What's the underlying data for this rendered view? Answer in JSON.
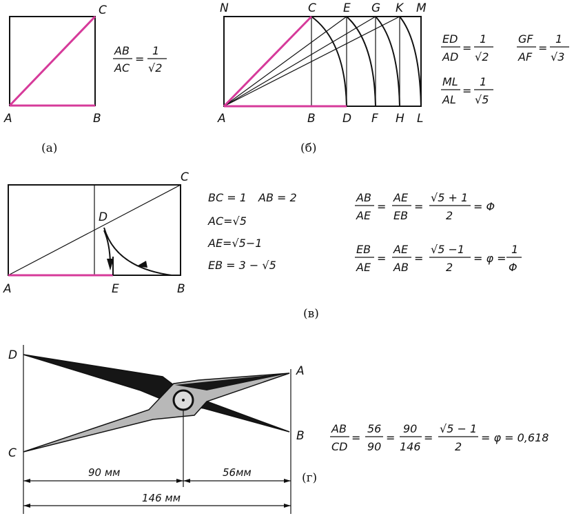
{
  "colors": {
    "line": "#111111",
    "highlight": "#d63a9a",
    "dark_blade": "#161616",
    "light_blade": "#b8b8b8"
  },
  "panel_a": {
    "caption": "(a)",
    "points": {
      "A": "A",
      "B": "B",
      "C": "C"
    },
    "formula": {
      "num": "AB",
      "den": "AC",
      "rhs_num": "1",
      "rhs_den": "√2"
    }
  },
  "panel_b": {
    "caption": "(б)",
    "points": {
      "N": "N",
      "C": "C",
      "E": "E",
      "G": "G",
      "K": "K",
      "M": "M",
      "A": "A",
      "B": "B",
      "D": "D",
      "F": "F",
      "H": "H",
      "L": "L"
    },
    "f1": {
      "num": "ED",
      "den": "AD",
      "rhs_num": "1",
      "rhs_den": "√2"
    },
    "f2": {
      "num": "GF",
      "den": "AF",
      "rhs_num": "1",
      "rhs_den": "√3"
    },
    "f3": {
      "num": "ML",
      "den": "AL",
      "rhs_num": "1",
      "rhs_den": "√5"
    }
  },
  "panel_v": {
    "caption": "(в)",
    "points": {
      "A": "A",
      "B": "B",
      "C": "C",
      "D": "D",
      "E": "E"
    },
    "relations": [
      "BC = 1",
      "AB = 2",
      "AC=√5",
      "AE=√5−1",
      "EB = 3 − √5"
    ],
    "phi_formula": {
      "t1_num": "AB",
      "t1_den": "AE",
      "t2_num": "AE",
      "t2_den": "EB",
      "t3_num": "√5 + 1",
      "t3_den": "2",
      "result": "= Φ"
    },
    "varphi_formula": {
      "t1_num": "EB",
      "t1_den": "AE",
      "t2_num": "AE",
      "t2_den": "AB",
      "t3_num": "√5 −1",
      "t3_den": "2",
      "mid": "= φ =",
      "t4_num": "1",
      "t4_den": "Φ"
    }
  },
  "panel_g": {
    "caption": "(г)",
    "points": {
      "A": "A",
      "B": "B",
      "C": "C",
      "D": "D"
    },
    "dims": {
      "left": "90 мм",
      "right": "56мм",
      "total": "146 мм"
    },
    "formula": {
      "t1_num": "AB",
      "t1_den": "CD",
      "t2_num": "56",
      "t2_den": "90",
      "t3_num": "90",
      "t3_den": "146",
      "t4_num": "√5 − 1",
      "t4_den": "2",
      "result": "= φ = 0,618"
    }
  }
}
